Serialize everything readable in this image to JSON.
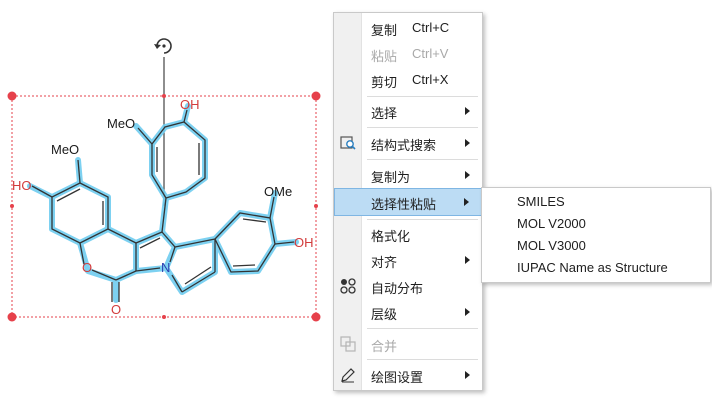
{
  "molecule": {
    "labels": {
      "oh_top": "OH",
      "meo_top": "MeO",
      "meo_left": "MeO",
      "ho_left": "HO",
      "ome_right": "OMe",
      "oh_right": "OH",
      "o_ring": "O",
      "n_ring": "N",
      "o_carbonyl": "O"
    },
    "highlight_color": "#5fc8ee",
    "handle_color": "#e6414b"
  },
  "menu": {
    "items": [
      {
        "label": "复制",
        "shortcut": "Ctrl+C"
      },
      {
        "label": "粘贴",
        "shortcut": "Ctrl+V"
      },
      {
        "label": "剪切",
        "shortcut": "Ctrl+X"
      },
      {
        "label": "选择"
      },
      {
        "label": "结构式搜索",
        "icon": "structure-search-icon"
      },
      {
        "label": "复制为"
      },
      {
        "label": "选择性粘贴"
      },
      {
        "label": "格式化"
      },
      {
        "label": "对齐"
      },
      {
        "label": "自动分布",
        "icon": "auto-distribute-icon"
      },
      {
        "label": "层级"
      },
      {
        "label": "合并",
        "icon": "merge-icon"
      },
      {
        "label": "绘图设置",
        "icon": "pencil-icon"
      }
    ],
    "active_color": "#bcdcf4"
  },
  "submenu": {
    "items": [
      {
        "label": "SMILES"
      },
      {
        "label": "MOL V2000"
      },
      {
        "label": "MOL V3000"
      },
      {
        "label": "IUPAC Name as Structure"
      }
    ]
  }
}
